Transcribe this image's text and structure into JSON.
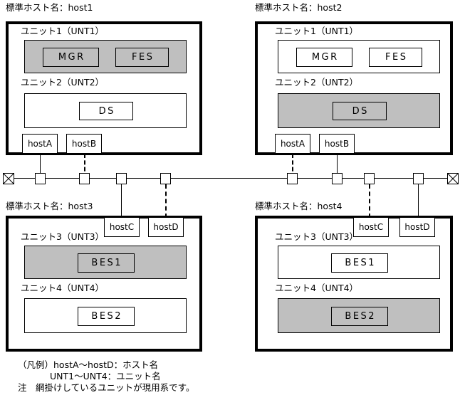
{
  "diagram": {
    "hosts": [
      {
        "id": "host1",
        "title": "標準ホスト名：host1",
        "units": [
          {
            "label": "ユニット1（UNT1）",
            "shaded": true,
            "processes": [
              "MGR",
              "FES"
            ]
          },
          {
            "label": "ユニット2（UNT2）",
            "shaded": false,
            "processes": [
              "DS"
            ]
          }
        ],
        "host_tags": [
          {
            "name": "hostA",
            "lead": "solid"
          },
          {
            "name": "hostB",
            "lead": "dashed"
          }
        ]
      },
      {
        "id": "host2",
        "title": "標準ホスト名：host2",
        "units": [
          {
            "label": "ユニット1（UNT1）",
            "shaded": false,
            "processes": [
              "MGR",
              "FES"
            ]
          },
          {
            "label": "ユニット2（UNT2）",
            "shaded": true,
            "processes": [
              "DS"
            ]
          }
        ],
        "host_tags": [
          {
            "name": "hostA",
            "lead": "dashed"
          },
          {
            "name": "hostB",
            "lead": "solid"
          }
        ]
      },
      {
        "id": "host3",
        "title": "標準ホスト名：host3",
        "units": [
          {
            "label": "ユニット3（UNT3）",
            "shaded": true,
            "processes": [
              "BES1"
            ]
          },
          {
            "label": "ユニット4（UNT4）",
            "shaded": false,
            "processes": [
              "BES2"
            ]
          }
        ],
        "host_tags": [
          {
            "name": "hostC",
            "lead": "solid"
          },
          {
            "name": "hostD",
            "lead": "dashed"
          }
        ]
      },
      {
        "id": "host4",
        "title": "標準ホスト名：host4",
        "units": [
          {
            "label": "ユニット3（UNT3）",
            "shaded": false,
            "processes": [
              "BES1"
            ]
          },
          {
            "label": "ユニット4（UNT4）",
            "shaded": true,
            "processes": [
              "BES2"
            ]
          }
        ],
        "host_tags": [
          {
            "name": "hostC",
            "lead": "dashed"
          },
          {
            "name": "hostD",
            "lead": "solid"
          }
        ]
      }
    ],
    "network": {
      "terminator_left": "bus-terminator",
      "terminator_right": "bus-terminator",
      "node_count": 8
    },
    "legend": {
      "line1": "（凡例）hostA〜hostD：ホスト名",
      "line2": "UNT1〜UNT4：ユニット名",
      "line3": "注　網掛けしているユニットが現用系です。"
    },
    "colors": {
      "shade": "#bfbfbf",
      "line": "#000000",
      "background": "#ffffff"
    }
  }
}
